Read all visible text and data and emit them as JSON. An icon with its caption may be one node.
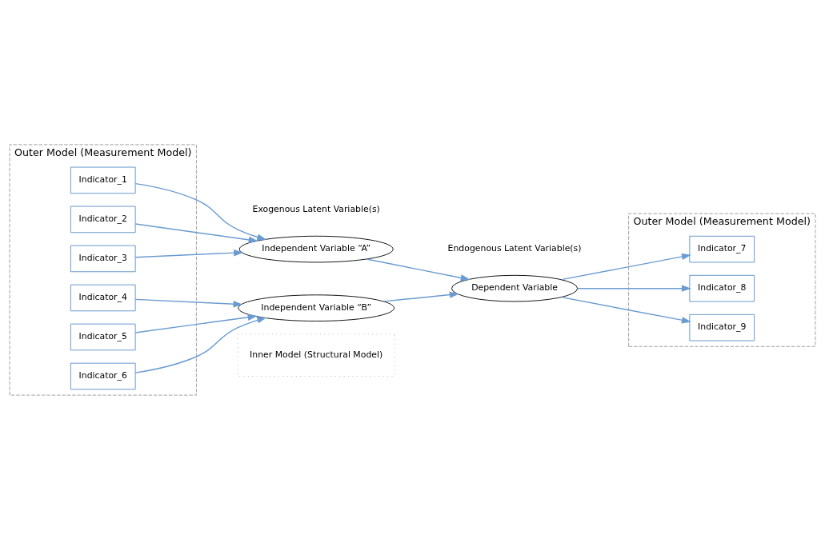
{
  "diagram": {
    "nodes": [
      {
        "text": [
          "Inner Model (Structural Model)"
        ]
      },
      {
        "text": [
          "Outer Model (Measurement Model)"
        ]
      },
      {
        "text": [
          "Outer Model (Measurement Model)"
        ]
      },
      {
        "text": [
          "Indicator_1"
        ],
        "in": 1
      },
      {
        "text": [
          "Indicator_2"
        ],
        "in": 1
      },
      {
        "text": [
          "Indicator_3"
        ],
        "in": 1
      },
      {
        "text": [
          "Indicator_4"
        ],
        "in": 1
      },
      {
        "text": [
          "Indicator_5"
        ],
        "in": 1
      },
      {
        "text": [
          "Indicator_6"
        ],
        "in": 1
      },
      {
        "text": [
          "Independent Variable “A”"
        ]
      },
      {
        "text": [
          "Independent Variable “B”"
        ]
      },
      {
        "text": [
          "Dependent Variable"
        ]
      },
      {
        "text": [
          "Indicator_7"
        ],
        "in": 2
      },
      {
        "text": [
          "Indicator_8"
        ],
        "in": 2
      },
      {
        "text": [
          "Indicator_9"
        ],
        "in": 2
      }
    ],
    "edges": [
      {
        "from": 3,
        "to": 9,
        "arrow": "to"
      },
      {
        "from": 4,
        "to": 9,
        "arrow": "to"
      },
      {
        "from": 5,
        "to": 9,
        "arrow": "to"
      },
      {
        "from": 6,
        "to": 10,
        "arrow": "to"
      },
      {
        "from": 7,
        "to": 10,
        "arrow": "to"
      },
      {
        "from": 8,
        "to": 10,
        "arrow": "to"
      },
      {
        "from": 9,
        "to": 11,
        "arrow": "to"
      },
      {
        "from": 10,
        "to": 11,
        "arrow": "to"
      },
      {
        "from": 11,
        "to": 12,
        "arrow": "to"
      },
      {
        "from": 11,
        "to": 13,
        "arrow": "to"
      },
      {
        "from": 11,
        "to": 14,
        "arrow": "to"
      }
    ],
    "labels": [
      "Exogenous Latent Variable(s)",
      "Endogenous Latent Variable(s)"
    ]
  }
}
